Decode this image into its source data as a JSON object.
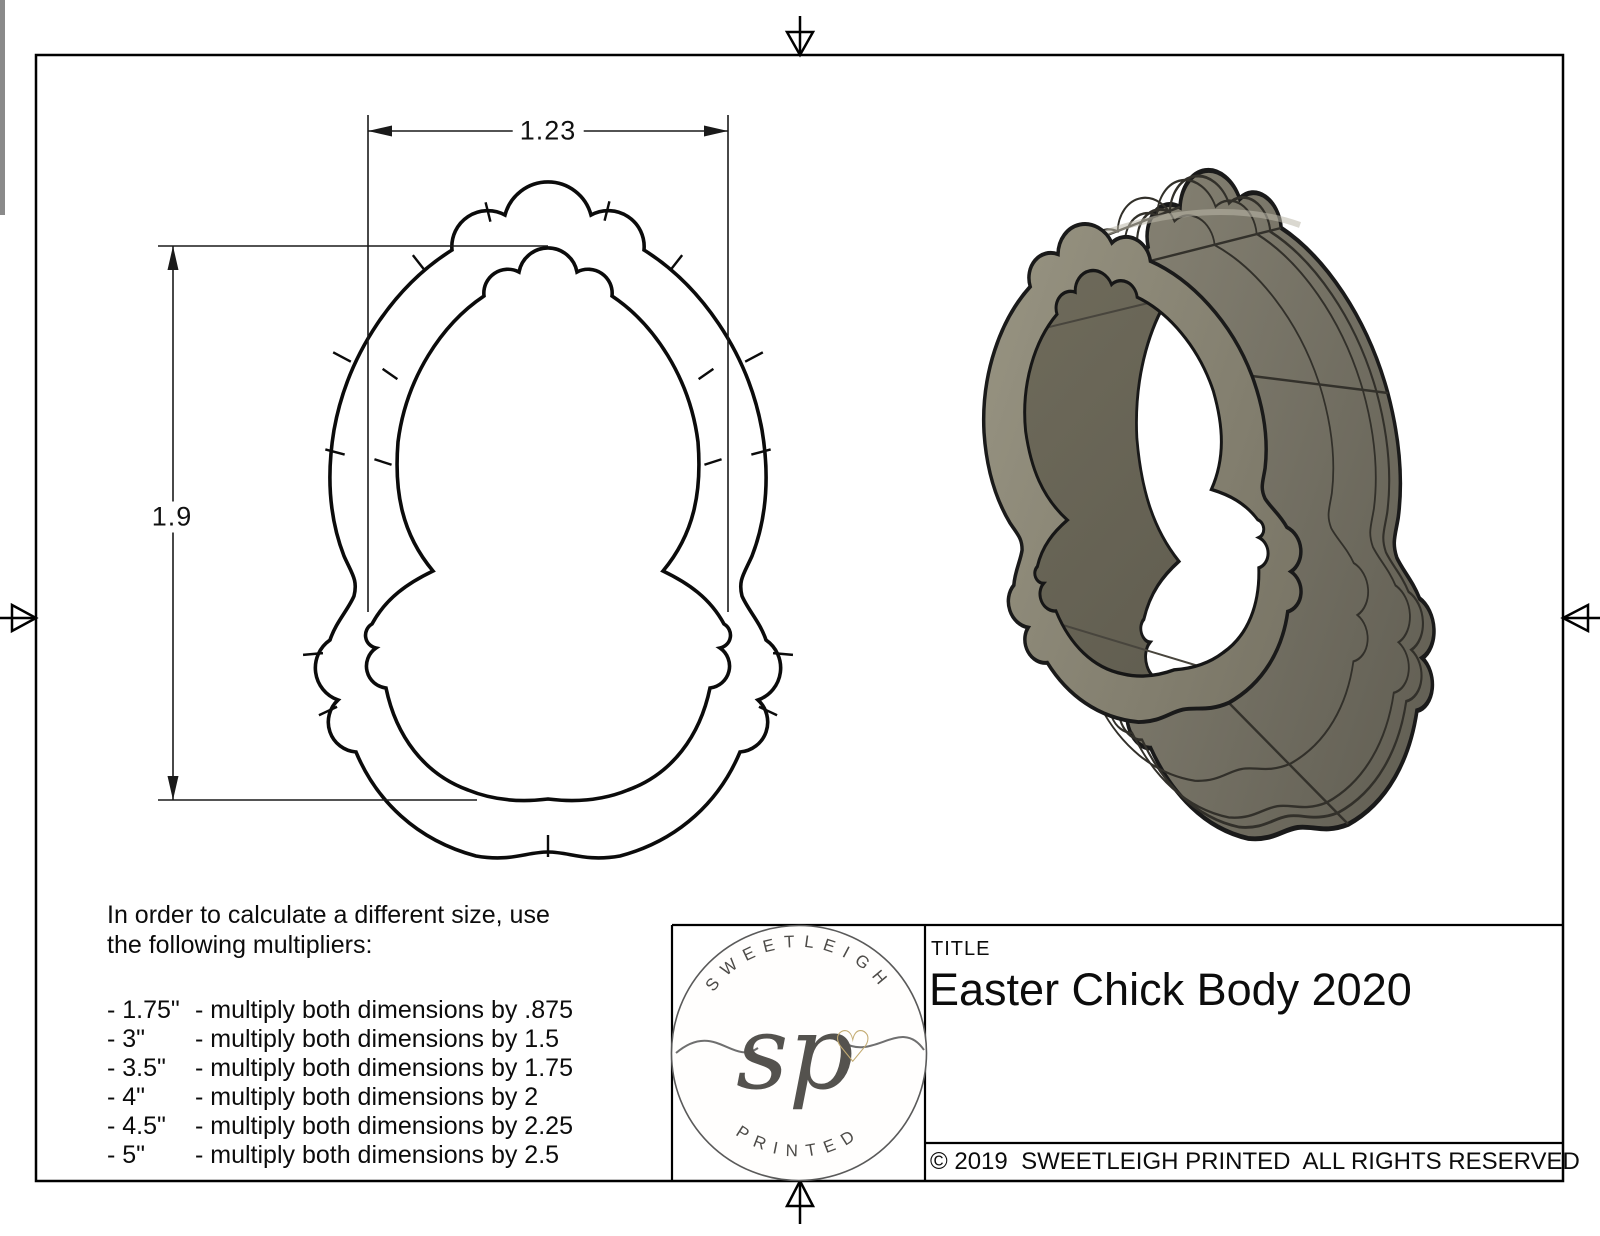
{
  "document": {
    "title_label": "TITLE",
    "title": "Easter Chick Body 2020",
    "copyright": "© 2019  SWEETLEIGH PRINTED  ALL RIGHTS RESERVED"
  },
  "dimensions": {
    "width_in": "1.23",
    "height_in": "1.9"
  },
  "notes": {
    "intro_line1": "In order to calculate a different size, use",
    "intro_line2": "the following multipliers:",
    "multipliers": [
      {
        "size": "- 1.75\"",
        "rule": "- multiply both dimensions by .875"
      },
      {
        "size": "- 3\"",
        "rule": "- multiply both dimensions by 1.5"
      },
      {
        "size": "- 3.5\"",
        "rule": "- multiply both dimensions by 1.75"
      },
      {
        "size": "- 4\"",
        "rule": "- multiply both dimensions by 2"
      },
      {
        "size": "- 4.5\"",
        "rule": "- multiply both dimensions by 2.25"
      },
      {
        "size": "- 5\"",
        "rule": "- multiply both dimensions by 2.5"
      }
    ]
  },
  "logo": {
    "arc_top": "SWEETLEIGH",
    "arc_bottom": "PRINTED",
    "monogram": "sp",
    "heart": "♡",
    "heart_color": "#c3ab72"
  },
  "render": {
    "line_color": "#1a1a1a",
    "material_light": "#989482",
    "material_mid": "#7c7869",
    "material_dark": "#57544a",
    "frame_color": "#000000"
  }
}
